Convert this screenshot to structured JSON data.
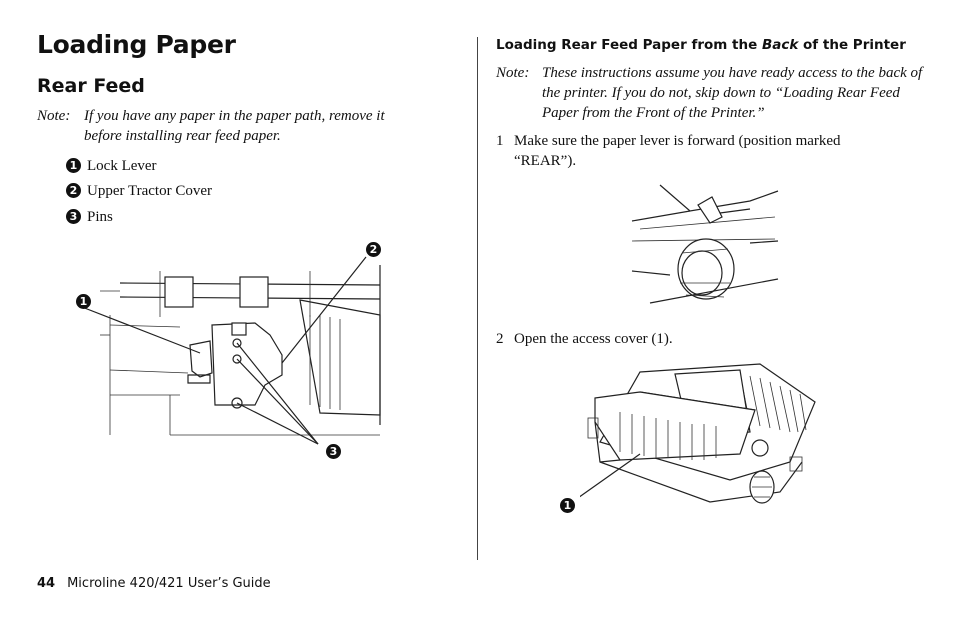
{
  "page_title": "Loading Paper",
  "section_title": "Rear Feed",
  "left_note": {
    "label": "Note:",
    "text": "If you have any paper in the paper path, remove it before installing rear feed paper."
  },
  "legend": [
    {
      "num": "1",
      "label": "Lock Lever"
    },
    {
      "num": "2",
      "label": "Upper Tractor Cover"
    },
    {
      "num": "3",
      "label": "Pins"
    }
  ],
  "figure1_callouts": {
    "c1": "1",
    "c2": "2",
    "c3": "3"
  },
  "subheading": {
    "pre": "Loading Rear Feed Paper from the ",
    "em": "Back",
    "post": " of the Printer"
  },
  "right_note": {
    "label": "Note:",
    "text": "These instructions assume you have ready access to the back of the printer. If you do not, skip down to “Loading Rear Feed Paper from the Front of the Printer.”"
  },
  "steps": [
    {
      "num": "1",
      "text": "Make sure the paper lever is forward (position marked “REAR”)."
    },
    {
      "num": "2",
      "text": "Open the access cover (1)."
    }
  ],
  "figure3_callout": "1",
  "footer": {
    "page_number": "44",
    "title": "Microline 420/421 User’s Guide"
  }
}
